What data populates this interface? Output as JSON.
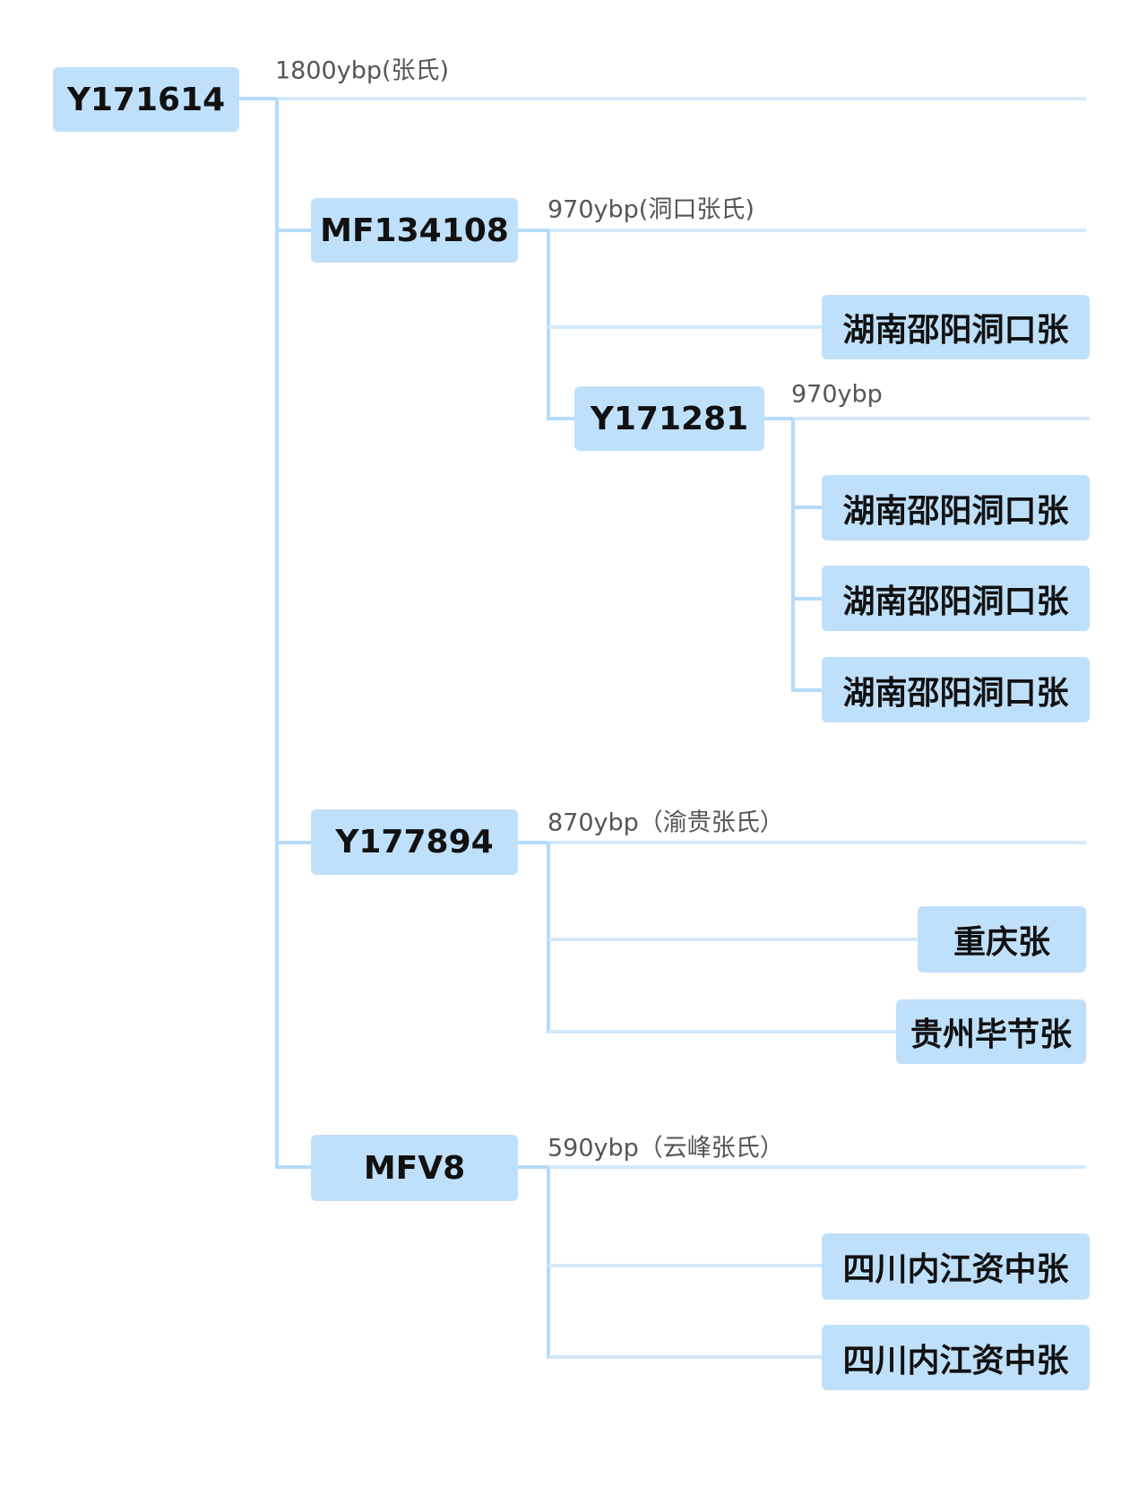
{
  "root": {
    "id": "Y171614",
    "age_label": "1800ybp(张氏)"
  },
  "clades": [
    {
      "id": "MF134108",
      "age_label": "970ybp(洞口张氏)",
      "leaf": "湖南邵阳洞口张",
      "subclade": {
        "id": "Y171281",
        "age_label": "970ybp",
        "leaves": [
          "湖南邵阳洞口张",
          "湖南邵阳洞口张",
          "湖南邵阳洞口张"
        ]
      }
    },
    {
      "id": "Y177894",
      "age_label": "870ybp（渝贵张氏）",
      "leaves": [
        "重庆张",
        "贵州毕节张"
      ]
    },
    {
      "id": "MFV8",
      "age_label": "590ybp（云峰张氏）",
      "leaves": [
        "四川内江资中张",
        "四川内江资中张"
      ]
    }
  ],
  "colors": {
    "node_fill": "#bfe0fb",
    "branch": "#b5dbfa",
    "age_line": "#d3e9fc"
  }
}
